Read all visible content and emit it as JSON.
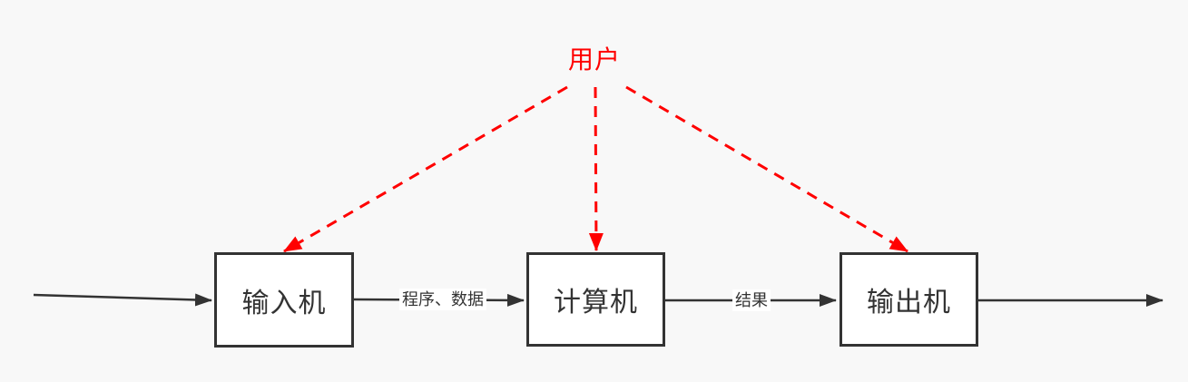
{
  "diagram": {
    "user_node": {
      "label": "用户",
      "color": "#ff0000",
      "connector_style": "dashed-red-arrow",
      "connects_to": [
        "输入机",
        "计算机",
        "输出机"
      ]
    },
    "nodes": [
      {
        "label": "输入机"
      },
      {
        "label": "计算机"
      },
      {
        "label": "输出机"
      }
    ],
    "edges": [
      {
        "from": "external-left",
        "to": "输入机",
        "label": ""
      },
      {
        "from": "输入机",
        "to": "计算机",
        "label": "程序、数据"
      },
      {
        "from": "计算机",
        "to": "输出机",
        "label": "结果"
      },
      {
        "from": "输出机",
        "to": "external-right",
        "label": ""
      }
    ],
    "colors": {
      "background": "#f8f8f8",
      "node_fill": "#ffffff",
      "node_border": "#333333",
      "arrow_dark": "#333333",
      "arrow_red": "#ff0000",
      "text_dark": "#333333"
    }
  }
}
